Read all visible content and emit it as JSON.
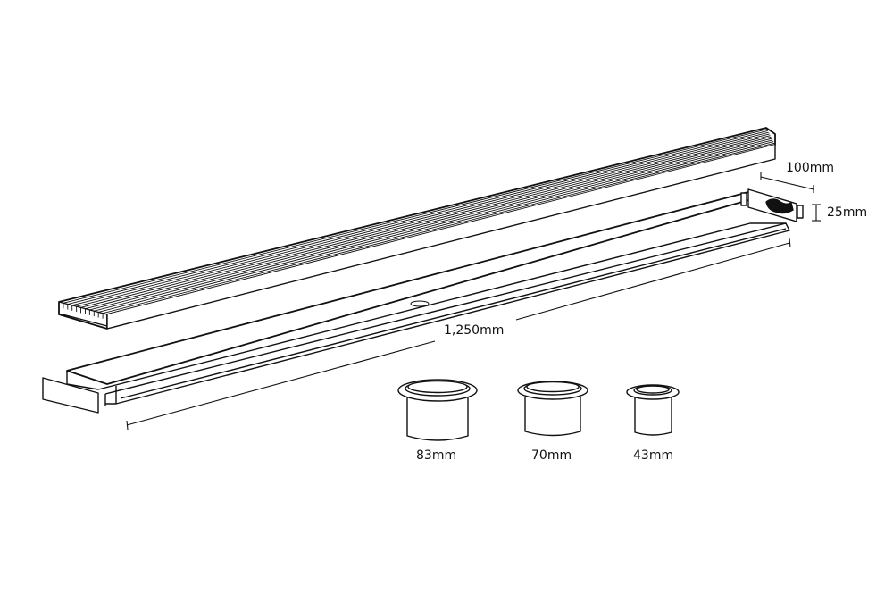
{
  "dimensions": {
    "length": "1,250mm",
    "width": "100mm",
    "height": "25mm"
  },
  "outlets": [
    {
      "label": "83mm"
    },
    {
      "label": "70mm"
    },
    {
      "label": "43mm"
    }
  ],
  "colors": {
    "line": "#111111",
    "background": "#ffffff"
  }
}
